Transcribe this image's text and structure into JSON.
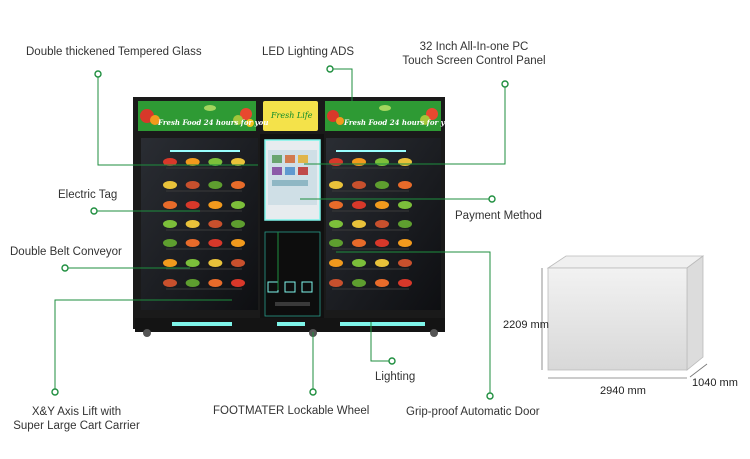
{
  "callouts": {
    "glass": "Double thickened Tempered Glass",
    "led": "LED Lighting ADS",
    "panel_line1": "32 Inch All-In-one PC",
    "panel_line2": "Touch Screen Control Panel",
    "tag": "Electric Tag",
    "payment": "Payment Method",
    "conveyor": "Double Belt Conveyor",
    "lighting": "Lighting",
    "lift_line1": "X&Y Axis Lift with",
    "lift_line2": "Super Large Cart Carrier",
    "wheel": "FOOTMATER Lockable Wheel",
    "door": "Grip-proof Automatic Door"
  },
  "banner": {
    "left_text": "Fresh Food   24 hours for you",
    "right_text": "Fresh Food   24 hours for you",
    "logo": "Fresh Life"
  },
  "dimensions": {
    "height": "2209 mm",
    "width": "2940 mm",
    "depth": "1040 mm"
  },
  "colors": {
    "accent": "#1e8e3e",
    "banner_green": "#2e9a34",
    "logo_yellow": "#f4e24a",
    "machine_frame": "#1a1a1a",
    "glow": "#7ff5ea"
  }
}
